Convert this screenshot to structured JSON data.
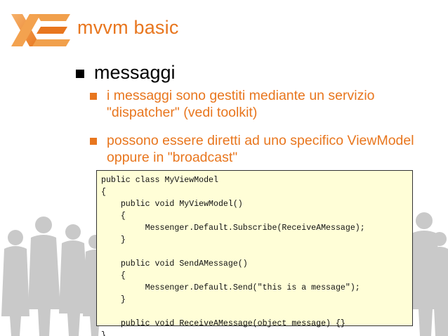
{
  "slide": {
    "title": "mvvm basic",
    "logo_icon": "xe-logo-icon",
    "accent_color": "#e8761e",
    "bullets": [
      {
        "text": "messaggi",
        "children": [
          "i messaggi sono gestiti mediante un servizio \"dispatcher\" (vedi toolkit)",
          "possono essere diretti ad uno specifico ViewModel oppure in \"broadcast\""
        ]
      }
    ],
    "code": [
      "public class MyViewModel",
      "{",
      "    public void MyViewModel()",
      "    {",
      "         Messenger.Default.Subscribe(ReceiveAMessage);",
      "    }",
      "",
      "    public void SendAMessage()",
      "    {",
      "         Messenger.Default.Send(\"this is a message\");",
      "    }",
      "",
      "    public void ReceiveAMessage(object message) {}",
      "}"
    ],
    "code_background": "#fffed7"
  }
}
